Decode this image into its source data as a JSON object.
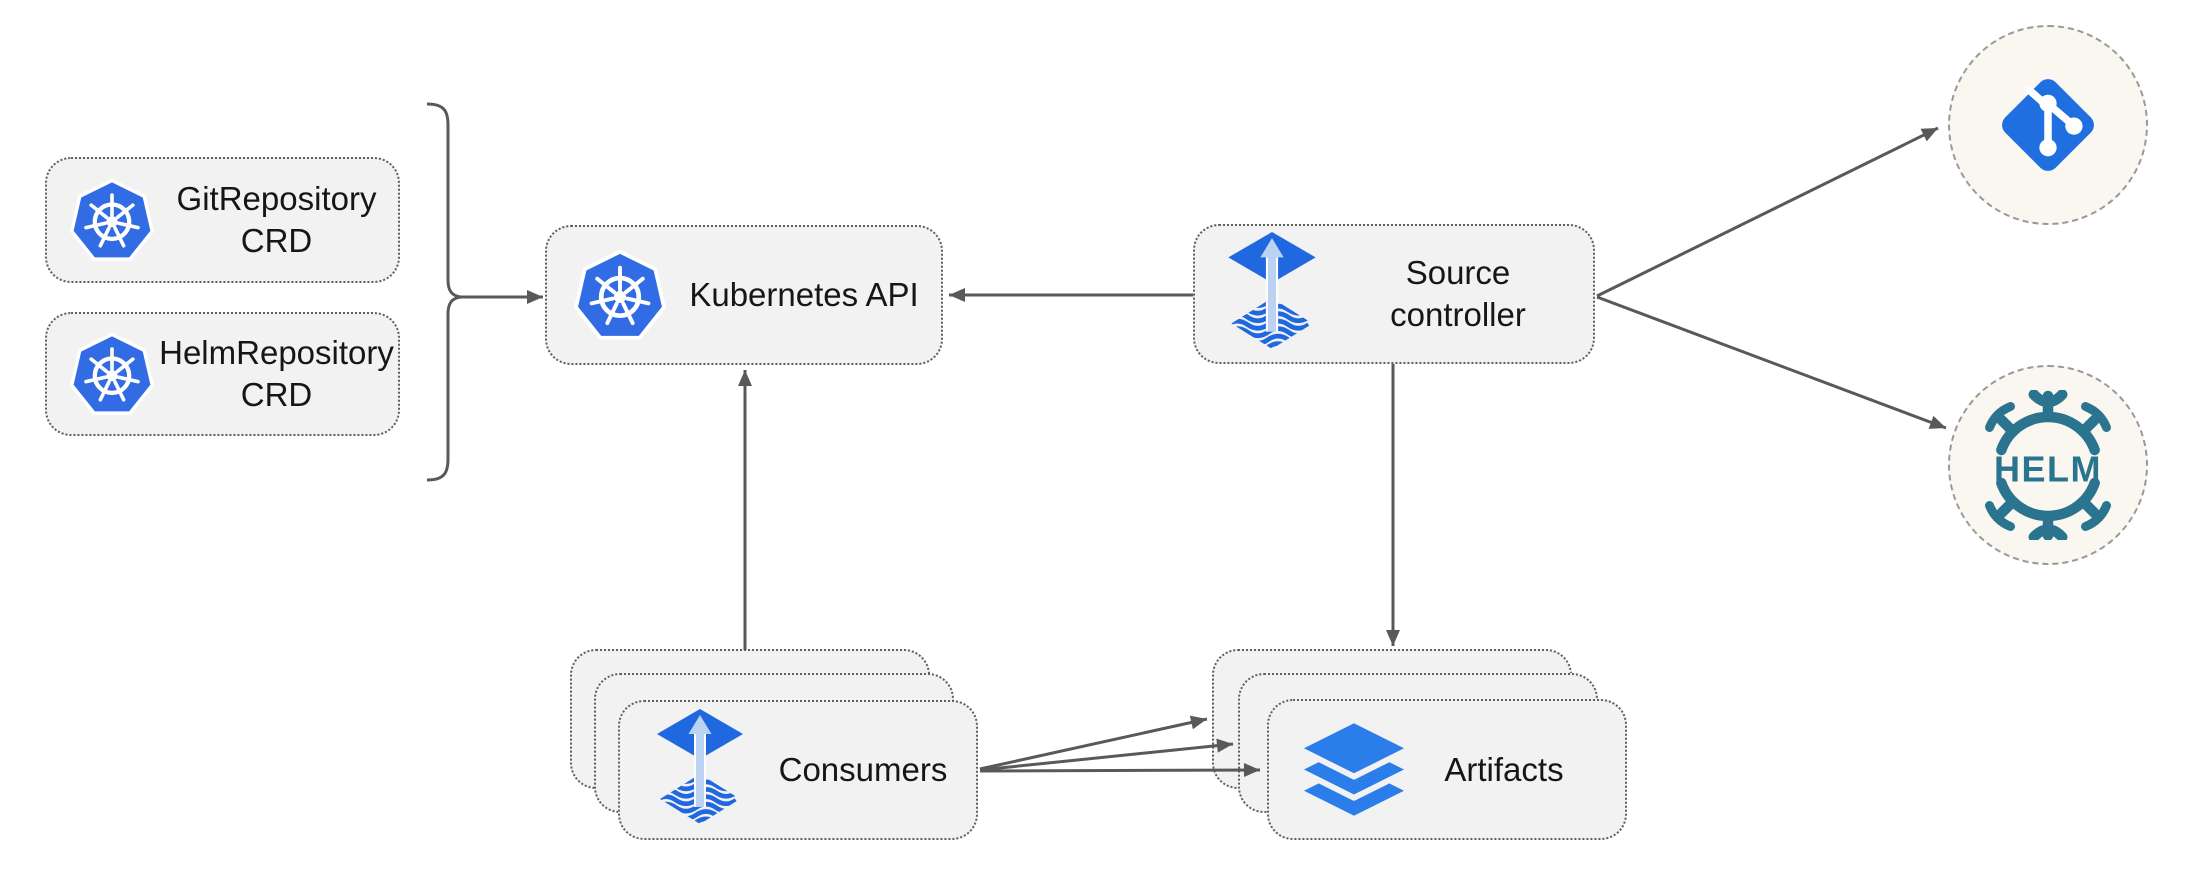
{
  "colors": {
    "canvas_bg": "#ffffff",
    "node_fill": "#f2f2f2",
    "node_border": "#5f5f5f",
    "circle_fill": "#faf7f0",
    "circle_border": "#999999",
    "connector": "#595959",
    "label_text": "#161616",
    "kubernetes_blue": "#326ce5",
    "flux_blue": "#2068df",
    "flux_arrow_light": "#bcd2f2",
    "layers_blue": "#2b7de9",
    "git_blue": "#1f6fe0",
    "helm_teal": "#2b7490"
  },
  "nodes": {
    "git_repository_crd": {
      "line1": "GitRepository",
      "line2": "CRD",
      "icon": "kubernetes-icon"
    },
    "helm_repository_crd": {
      "line1": "HelmRepository",
      "line2": "CRD",
      "icon": "kubernetes-icon"
    },
    "kubernetes_api": {
      "label": "Kubernetes API",
      "icon": "kubernetes-icon"
    },
    "source_controller": {
      "line1": "Source",
      "line2": "controller",
      "icon": "flux-source-controller-icon"
    },
    "consumers": {
      "label": "Consumers",
      "icon": "flux-source-controller-icon",
      "stack_count": 3
    },
    "artifacts": {
      "label": "Artifacts",
      "icon": "layers-icon",
      "stack_count": 3
    },
    "git_external": {
      "icon": "git-icon"
    },
    "helm_external": {
      "icon": "helm-icon",
      "logo_text": "HELM"
    }
  },
  "edges": [
    {
      "from": "git-repository-crd,helm-repository-crd",
      "via": "bracket",
      "to": "kubernetes-api",
      "arrow": true
    },
    {
      "from": "source-controller",
      "to": "kubernetes-api",
      "arrow": true
    },
    {
      "from": "consumers",
      "to": "kubernetes-api",
      "arrow": true
    },
    {
      "from": "source-controller",
      "to": "artifacts",
      "arrow": true
    },
    {
      "from": "source-controller",
      "to": "git-external",
      "arrow": true
    },
    {
      "from": "source-controller",
      "to": "helm-external",
      "arrow": true
    },
    {
      "from": "consumers",
      "to": "artifacts",
      "arrow": true,
      "count": 3
    }
  ]
}
